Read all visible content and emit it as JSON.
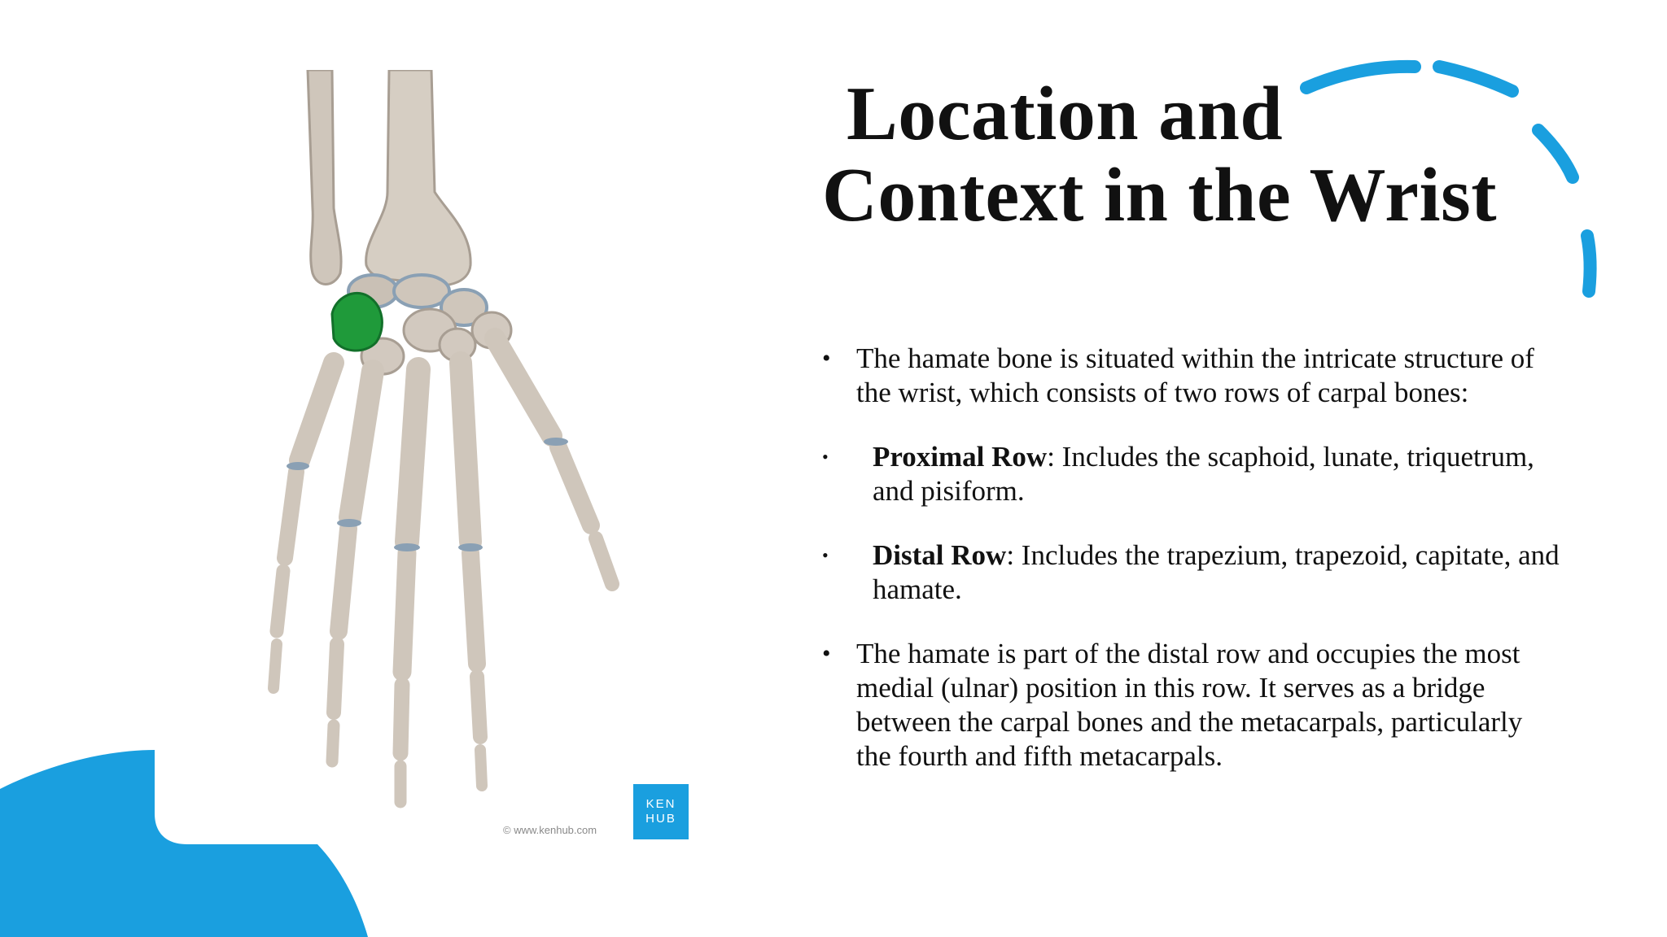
{
  "title": {
    "line1": "Location and",
    "line2": "Context in the Wrist"
  },
  "bullets": [
    {
      "text": "The hamate bone is situated within the intricate structure of the wrist, which consists of two rows of carpal bones:"
    },
    {
      "term": "Proximal Row",
      "text": ": Includes the scaphoid, lunate, triquetrum, and pisiform."
    },
    {
      "term": "Distal Row",
      "text": ": Includes the trapezium, trapezoid, capitate, and hamate."
    },
    {
      "text": "The hamate is part of the distal row and occupies the most medial (ulnar) position in this row. It serves as a bridge between the carpal bones and the metacarpals, particularly the fourth and fifth metacarpals."
    }
  ],
  "figure": {
    "logo_line1": "KEN",
    "logo_line2": "HUB",
    "credit": "© www.kenhub.com"
  },
  "colors": {
    "accent_blue": "#1a9fdf",
    "bone": "#cfc6bb",
    "bone_shade": "#a89e93",
    "cartilage": "#8aa0b4",
    "highlight_green": "#1f9a3a"
  }
}
